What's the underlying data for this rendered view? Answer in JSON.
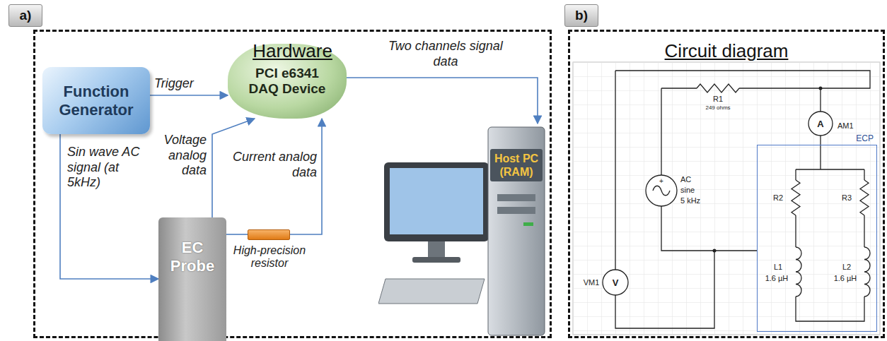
{
  "diagram": {
    "nodes": [
      {
        "text": [
          "a)"
        ]
      },
      {
        "text": [
          "Hardware"
        ]
      },
      {
        "text": [
          "Function Generator"
        ],
        "in": 1
      },
      {
        "text": [
          "PCI e6341 DAQ Device"
        ],
        "in": 1
      },
      {
        "text": [
          "EC Probe"
        ],
        "in": 1
      },
      {
        "text": [
          "High-precision resistor"
        ],
        "in": 1
      },
      {
        "text": [
          "Host PC (RAM)"
        ],
        "in": 1
      },
      {
        "text": [
          "b)"
        ]
      },
      {
        "text": [
          "Circuit diagram"
        ]
      },
      {
        "text": [
          "ECP"
        ],
        "in": 8
      }
    ],
    "edges": [
      {
        "from": 2,
        "to": 3,
        "label": "Trigger",
        "arrow": "to"
      },
      {
        "from": 2,
        "to": 4,
        "label": "Sin wave AC signal (at 5kHz)",
        "arrow": "to"
      },
      {
        "from": 4,
        "to": 3,
        "label": "Voltage analog data",
        "arrow": "to"
      },
      {
        "from": 4,
        "to": 5,
        "arrow": "none"
      },
      {
        "from": 5,
        "to": 3,
        "label": "Current analog data",
        "arrow": "to"
      },
      {
        "from": 3,
        "to": 6,
        "label": "Two channels signal data",
        "arrow": "to"
      }
    ],
    "labels": [
      "R1",
      "249 ohms",
      "AM1",
      "A",
      "+",
      "AC",
      "sine",
      "5 kHz",
      "R2",
      "R3",
      "L1",
      "1.6 µH",
      "L2",
      "1.6 µH",
      "VM1",
      "V"
    ]
  }
}
